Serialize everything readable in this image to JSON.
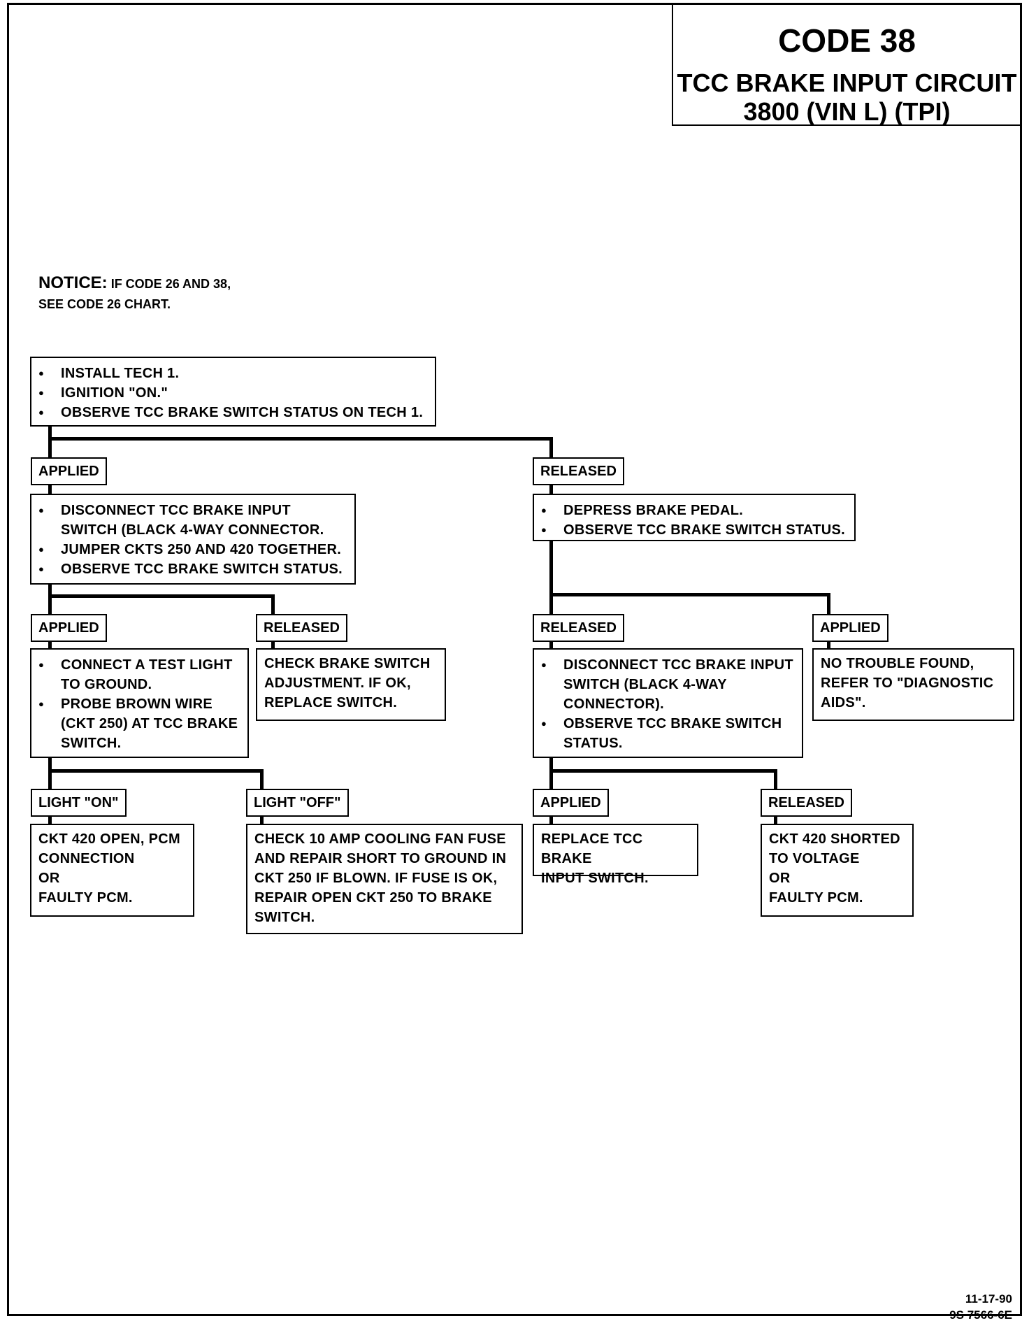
{
  "title": {
    "code": "CODE 38",
    "line1": "TCC BRAKE INPUT CIRCUIT",
    "line2": "3800  (VIN L)  (TPI)"
  },
  "notice": {
    "label": "NOTICE:",
    "line1": "IF CODE 26 AND 38,",
    "line2": "SEE CODE 26 CHART."
  },
  "step1": {
    "items": [
      "INSTALL TECH 1.",
      "IGNITION \"ON.\"",
      "OBSERVE TCC BRAKE SWITCH STATUS ON TECH 1."
    ]
  },
  "branch_left": {
    "label": "APPLIED",
    "items": [
      "DISCONNECT TCC BRAKE INPUT SWITCH (BLACK 4-WAY CONNECTOR.",
      "JUMPER CKTS 250 AND 420 TOGETHER.",
      "OBSERVE TCC BRAKE SWITCH STATUS."
    ],
    "applied": {
      "label": "APPLIED",
      "items": [
        "CONNECT A TEST LIGHT TO GROUND.",
        "PROBE BROWN WIRE (CKT 250) AT TCC BRAKE SWITCH."
      ],
      "light_on": {
        "label": "LIGHT \"ON\"",
        "lines": [
          "CKT 420 OPEN, PCM",
          "CONNECTION",
          "OR",
          "FAULTY PCM."
        ]
      },
      "light_off": {
        "label": "LIGHT \"OFF\"",
        "lines": [
          "CHECK 10 AMP COOLING FAN FUSE",
          "AND REPAIR SHORT TO GROUND IN",
          "CKT 250 IF BLOWN.  IF FUSE IS OK,",
          "REPAIR OPEN CKT 250 TO BRAKE",
          "SWITCH."
        ]
      }
    },
    "released": {
      "label": "RELEASED",
      "lines": [
        "CHECK BRAKE SWITCH",
        "ADJUSTMENT.  IF OK,",
        "REPLACE SWITCH."
      ]
    }
  },
  "branch_right": {
    "label": "RELEASED",
    "items": [
      "DEPRESS BRAKE PEDAL.",
      "OBSERVE TCC BRAKE SWITCH STATUS."
    ],
    "released": {
      "label": "RELEASED",
      "items": [
        "DISCONNECT TCC BRAKE INPUT SWITCH (BLACK 4-WAY CONNECTOR).",
        "OBSERVE TCC BRAKE SWITCH STATUS."
      ],
      "applied": {
        "label": "APPLIED",
        "lines": [
          "REPLACE TCC BRAKE",
          "INPUT SWITCH."
        ]
      },
      "released2": {
        "label": "RELEASED",
        "lines": [
          "CKT 420 SHORTED",
          "TO VOLTAGE",
          "OR",
          "FAULTY PCM."
        ]
      }
    },
    "applied": {
      "label": "APPLIED",
      "lines": [
        "NO TROUBLE FOUND,",
        "REFER TO \"DIAGNOSTIC",
        "AIDS\"."
      ]
    }
  },
  "footer": {
    "date": "11-17-90",
    "ref": "9S 7566-6E"
  }
}
